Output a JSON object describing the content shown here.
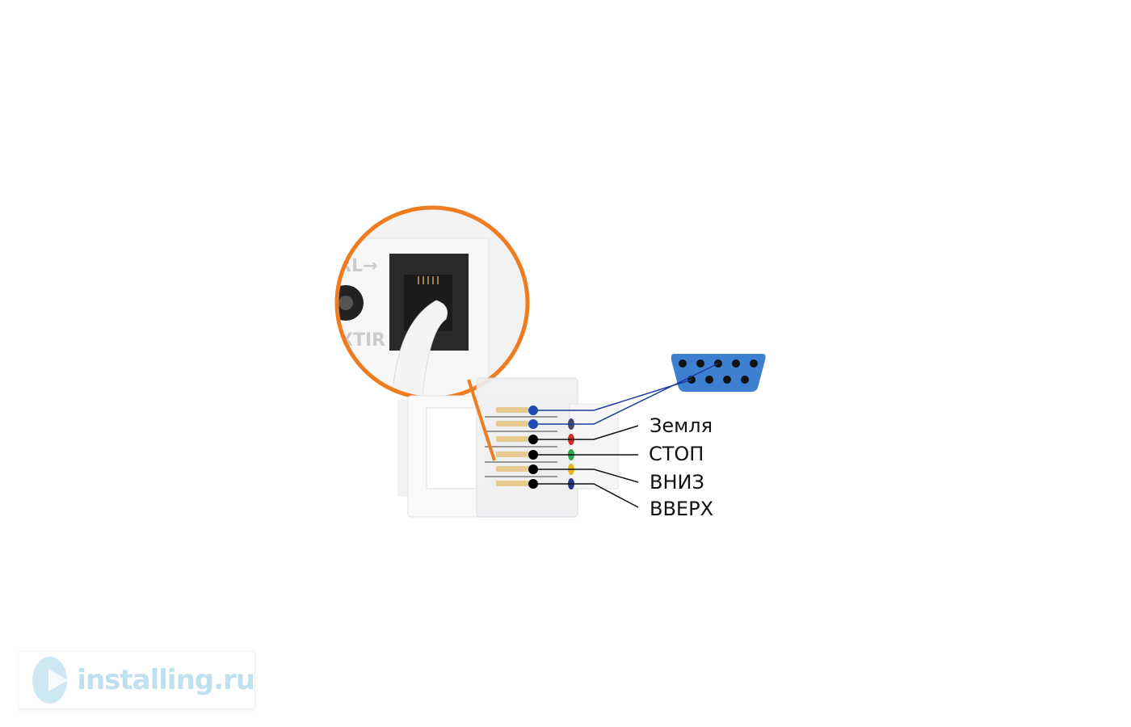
{
  "diagram": {
    "labels": [
      "Земля",
      "СТОП",
      "ВНИЗ",
      "ВВЕРХ"
    ],
    "device_text": [
      "RL→",
      "XTIR"
    ],
    "colors": {
      "accent": "#ee7d22",
      "db9": "#3d7fd0",
      "wire_blue": "#1e3a9a",
      "wire_black": "#111111"
    }
  },
  "watermark": {
    "text": "installing.ru"
  }
}
